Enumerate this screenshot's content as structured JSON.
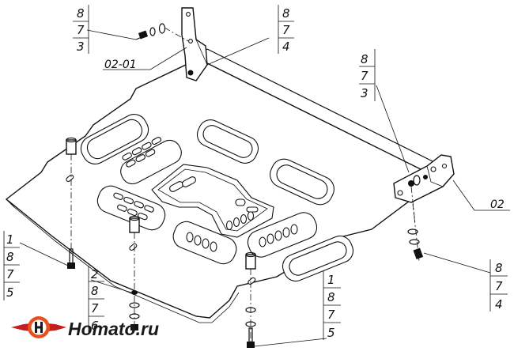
{
  "callouts": {
    "top_left": [
      "8",
      "7",
      "3"
    ],
    "top_center": [
      "8",
      "7",
      "4"
    ],
    "right_upper": [
      "8",
      "7",
      "3"
    ],
    "right_lower": [
      "8",
      "7",
      "4"
    ],
    "left_lower": [
      "1",
      "8",
      "7",
      "5"
    ],
    "mid_lower": [
      "2",
      "8",
      "7",
      "6"
    ],
    "center_lower": [
      "1",
      "8",
      "7",
      "5"
    ]
  },
  "part_labels": {
    "bracket_left": "02-01",
    "bracket_right": "02"
  },
  "logo": {
    "brand_text": "Homato.ru",
    "colors": {
      "orange": "#e8501f",
      "red": "#c41e1e",
      "dark": "#1a1a1a"
    }
  }
}
